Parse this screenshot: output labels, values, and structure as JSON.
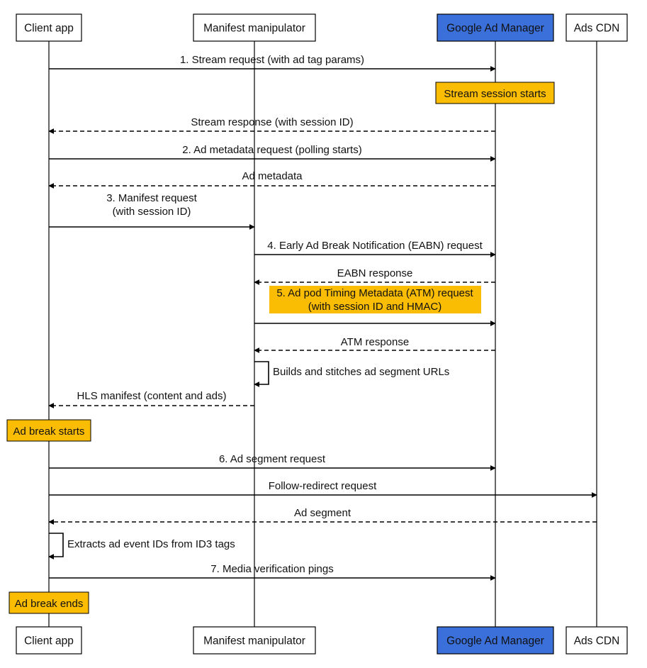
{
  "colors": {
    "highlight": "#fbbc04",
    "google_blue": "#3b6fd9",
    "line": "#000000",
    "box_fill": "#ffffff"
  },
  "actors": [
    {
      "id": "client",
      "label": "Client app",
      "style": "plain"
    },
    {
      "id": "manifest",
      "label": "Manifest manipulator",
      "style": "plain"
    },
    {
      "id": "gam",
      "label": "Google Ad Manager",
      "style": "brand"
    },
    {
      "id": "cdn",
      "label": "Ads CDN",
      "style": "plain"
    }
  ],
  "messages": [
    {
      "from": "client",
      "to": "gam",
      "lines": [
        "1. Stream request (with ad tag params)"
      ],
      "dashed": false
    },
    {
      "from": "gam",
      "to": "client",
      "lines": [
        "Stream response (with session ID)"
      ],
      "dashed": true
    },
    {
      "from": "client",
      "to": "gam",
      "lines": [
        "2. Ad metadata request (polling starts)"
      ],
      "dashed": false
    },
    {
      "from": "gam",
      "to": "client",
      "lines": [
        "Ad metadata"
      ],
      "dashed": true
    },
    {
      "from": "client",
      "to": "manifest",
      "lines": [
        "3. Manifest request",
        "(with session ID)"
      ],
      "dashed": false
    },
    {
      "from": "manifest",
      "to": "gam",
      "lines": [
        "4. Early Ad Break Notification (EABN) request"
      ],
      "dashed": false
    },
    {
      "from": "gam",
      "to": "manifest",
      "lines": [
        "EABN response"
      ],
      "dashed": true
    },
    {
      "from": "manifest",
      "to": "gam",
      "lines": [
        "5. Ad pod Timing Metadata (ATM) request",
        "(with session ID and HMAC)"
      ],
      "dashed": false,
      "highlight": true
    },
    {
      "from": "gam",
      "to": "manifest",
      "lines": [
        "ATM response"
      ],
      "dashed": true
    },
    {
      "from": "manifest",
      "to": "manifest",
      "lines": [
        "Builds and stitches ad segment URLs"
      ],
      "self": true
    },
    {
      "from": "manifest",
      "to": "client",
      "lines": [
        "HLS manifest (content and ads)"
      ],
      "dashed": true
    },
    {
      "from": "client",
      "to": "gam",
      "lines": [
        "6. Ad segment request"
      ],
      "dashed": false
    },
    {
      "from": "client",
      "to": "cdn",
      "lines": [
        "Follow-redirect request"
      ],
      "dashed": false
    },
    {
      "from": "cdn",
      "to": "client",
      "lines": [
        "Ad segment"
      ],
      "dashed": true
    },
    {
      "from": "client",
      "to": "client",
      "lines": [
        "Extracts ad event IDs from ID3 tags"
      ],
      "self": true
    },
    {
      "from": "client",
      "to": "gam",
      "lines": [
        "7. Media verification pings"
      ],
      "dashed": false
    }
  ],
  "notes": [
    {
      "on": "gam",
      "label": "Stream session starts"
    },
    {
      "on": "client",
      "label": "Ad break starts"
    },
    {
      "on": "client",
      "label": "Ad break ends"
    }
  ]
}
